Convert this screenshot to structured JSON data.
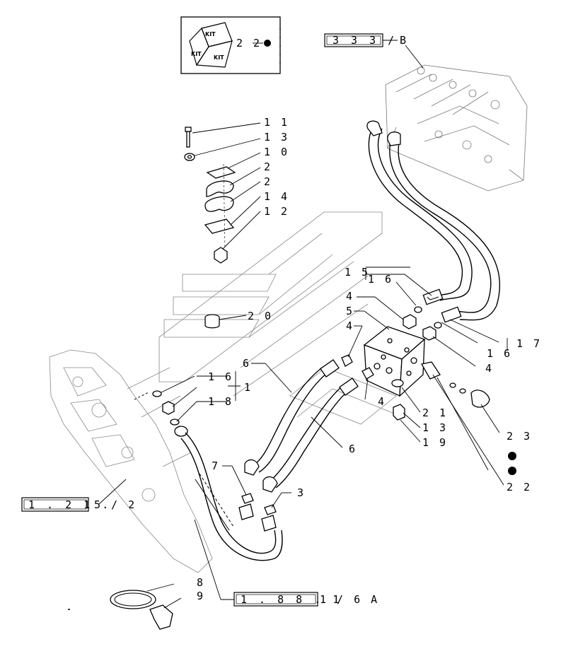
{
  "kit": {
    "icon_labels": [
      "KIT",
      "KIT",
      "KIT"
    ],
    "ref": "2 2"
  },
  "refs": {
    "top": "3 3 3 /",
    "top_suffix": "B",
    "left": "1 . 2 1 .",
    "left_suffix": "5 /  2",
    "bottom": "1 . 8 8 . 1",
    "bottom_suffix": "1 /  6 A"
  },
  "callouts": {
    "c11": "1 1",
    "c13a": "1 3",
    "c10": "1 0",
    "c2a": "2",
    "c2b": "2",
    "c14": "1 4",
    "c12": "1 2",
    "c15": "1 5",
    "c16a": "1 6",
    "c4a": "4",
    "c5": "5",
    "c4b": "4",
    "c20": "2 0",
    "c6a": "6",
    "c16b": "1 6",
    "c1": "1",
    "c18": "1 8",
    "c17": "1 7",
    "c16c": "1 6",
    "c4c": "4",
    "c4d": "4",
    "c21": "2 1",
    "c13b": "1 3",
    "c19": "1 9",
    "c6b": "6",
    "c23": "2 3",
    "c22": "2 2",
    "c7": "7",
    "c3": "3",
    "c8": "8",
    "c9": "9"
  }
}
